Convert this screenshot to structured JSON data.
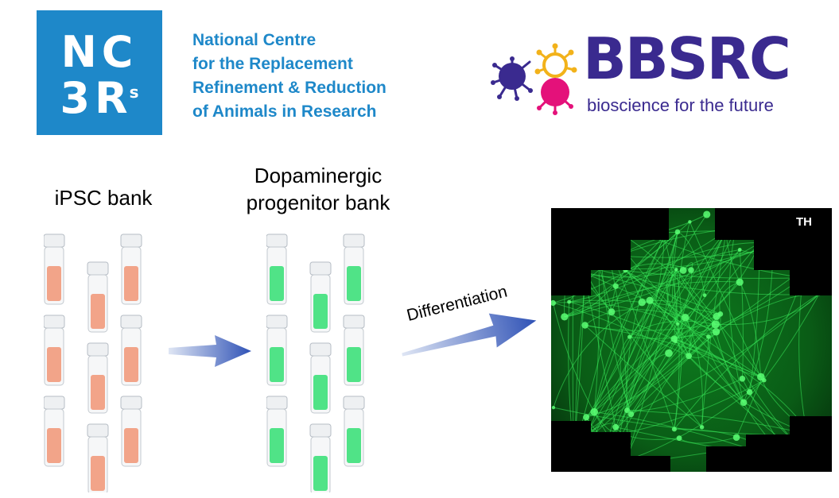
{
  "logos": {
    "nc3rs": {
      "mark_line1": "NC",
      "mark_line2": "3R",
      "mark_sup": "s",
      "text_lines": [
        "National Centre",
        "for the Replacement",
        "Refinement & Reduction",
        "of Animals in Research"
      ],
      "color": "#1e88c9"
    },
    "bbsrc": {
      "wordmark": "BBSRC",
      "tagline": "bioscience for the future",
      "color": "#3a2a8f"
    }
  },
  "stages": {
    "ipsc_bank": {
      "label": "iPSC bank",
      "liquid_color": "#f29a7c"
    },
    "progenitor_bank": {
      "label_lines": [
        "Dopaminergic",
        "progenitor bank"
      ],
      "liquid_color": "#3ee07a"
    },
    "arrow_label": "Differentiation",
    "image_label": "TH"
  }
}
